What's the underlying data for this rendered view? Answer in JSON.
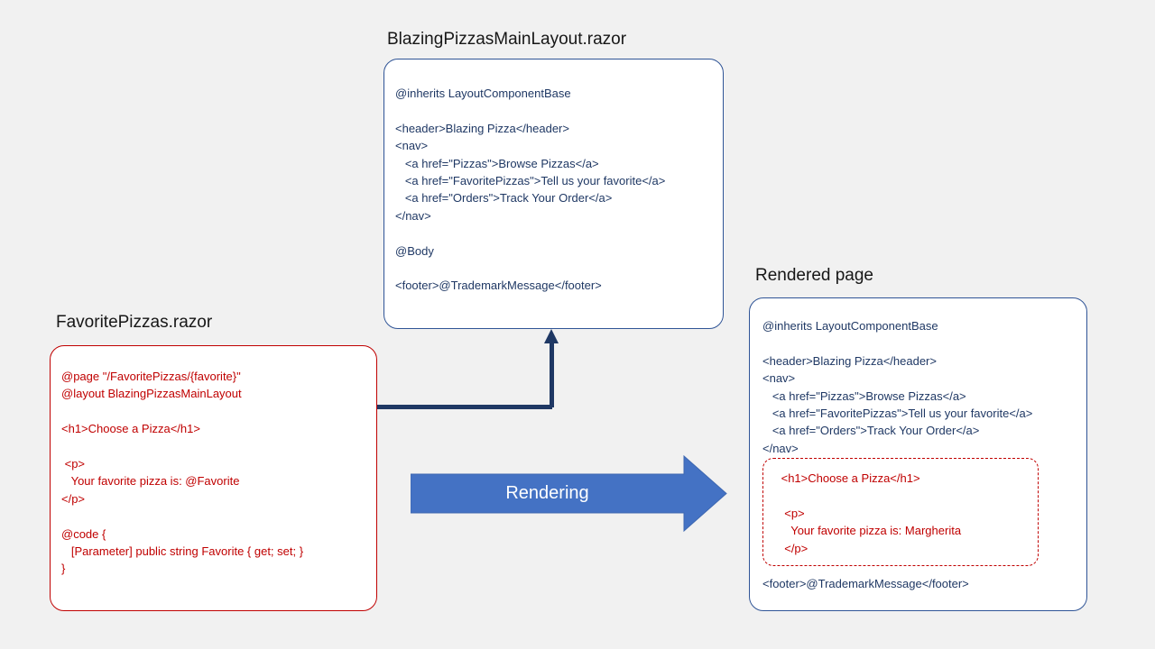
{
  "colors": {
    "background": "#f1f1f1",
    "box_background": "#ffffff",
    "blue_border": "#2f5496",
    "navy_text": "#1f3864",
    "red": "#c00000",
    "arrow_fill": "#4472c4",
    "arrow_stroke": "#3e68b1",
    "connector": "#1f3864"
  },
  "titles": {
    "main_layout": "BlazingPizzasMainLayout.razor",
    "favorite_pizzas": "FavoritePizzas.razor",
    "rendered_page": "Rendered page"
  },
  "main_layout_box": {
    "lines": [
      "@inherits LayoutComponentBase",
      "",
      "<header>Blazing Pizza</header>",
      "<nav>",
      "   <a href=\"Pizzas\">Browse Pizzas</a>",
      "   <a href=\"FavoritePizzas\">Tell us your favorite</a>",
      "   <a href=\"Orders\">Track Your Order</a>",
      "</nav>",
      "",
      "@Body",
      "",
      "<footer>@TrademarkMessage</footer>"
    ]
  },
  "favorite_pizzas_box": {
    "lines": [
      "@page \"/FavoritePizzas/{favorite}\"",
      "@layout BlazingPizzasMainLayout",
      "",
      "<h1>Choose a Pizza</h1>",
      "",
      " <p>",
      "   Your favorite pizza is: @Favorite",
      "</p>",
      "",
      "@code {",
      "   [Parameter] public string Favorite { get; set; }",
      "}"
    ]
  },
  "rendered_page_box": {
    "layout_lines": [
      "@inherits LayoutComponentBase",
      "",
      "<header>Blazing Pizza</header>",
      "<nav>",
      "   <a href=\"Pizzas\">Browse Pizzas</a>",
      "   <a href=\"FavoritePizzas\">Tell us your favorite</a>",
      "   <a href=\"Orders\">Track Your Order</a>",
      "</nav>"
    ],
    "body_lines": [
      " <h1>Choose a Pizza</h1>",
      "",
      "  <p>",
      "    Your favorite pizza is: Margherita",
      "  </p>"
    ],
    "footer_line": "<footer>@TrademarkMessage</footer>"
  },
  "rendering_arrow": {
    "label": "Rendering"
  }
}
